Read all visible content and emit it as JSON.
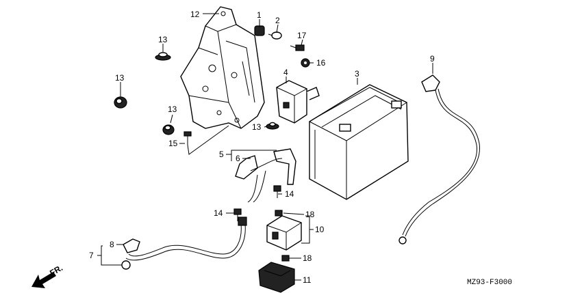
{
  "callouts": {
    "n1": "1",
    "n2": "2",
    "n3": "3",
    "n4": "4",
    "n5": "5",
    "n6": "6",
    "n7": "7",
    "n8": "8",
    "n9": "9",
    "n10": "10",
    "n11": "11",
    "n12": "12",
    "n13a": "13",
    "n13b": "13",
    "n13c": "13",
    "n13d": "13",
    "n14a": "14",
    "n14b": "14",
    "n15": "15",
    "n16": "16",
    "n17": "17",
    "n18a": "18",
    "n18b": "18"
  },
  "front_arrow": "FR.",
  "diagram_code": "MZ93-F3000"
}
